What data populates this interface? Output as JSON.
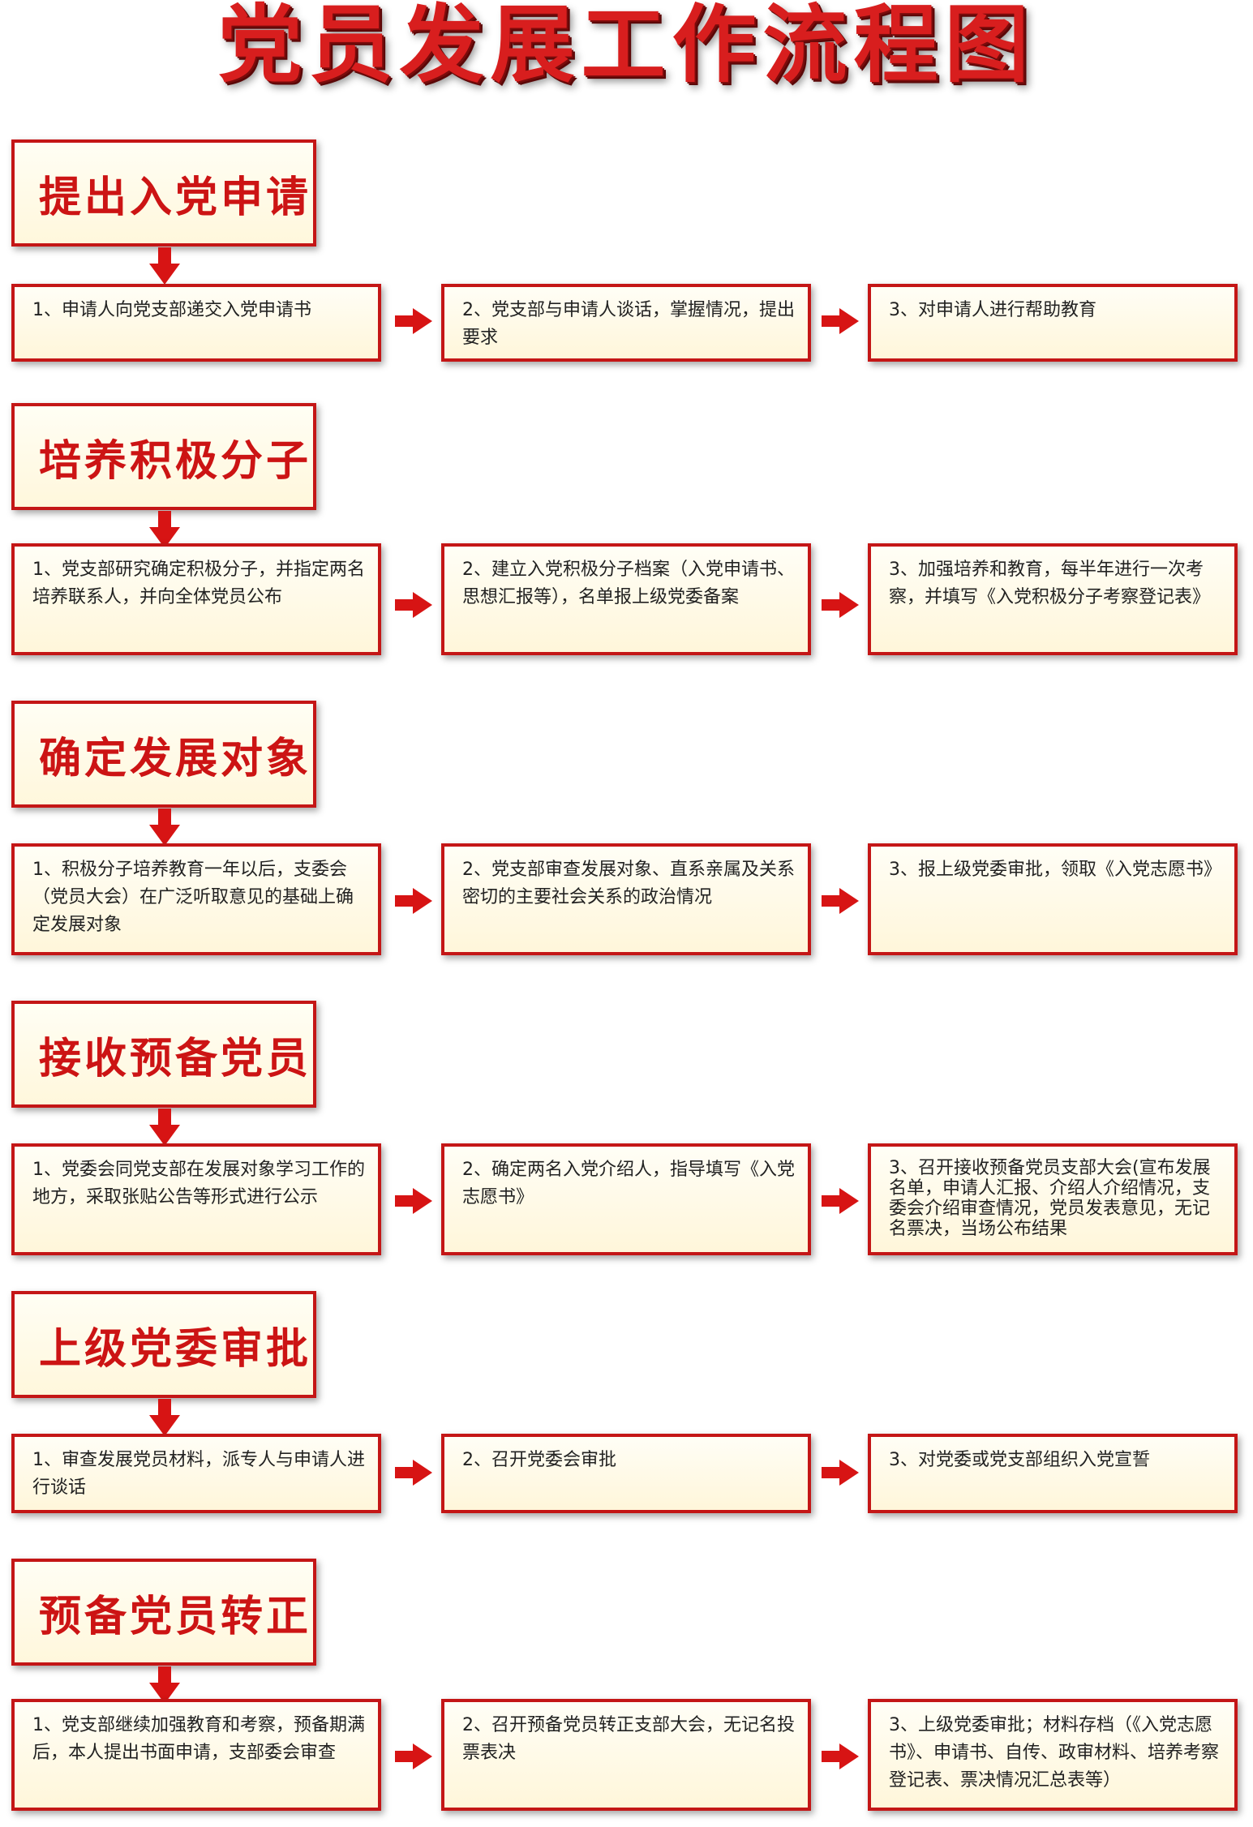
{
  "title": "党员发展工作流程图",
  "stages": [
    {
      "label": "提出入党申请",
      "steps": [
        "1、申请人向党支部递交入党申请书",
        "2、党支部与申请人谈话，掌握情况，提出要求",
        "3、对申请人进行帮助教育"
      ]
    },
    {
      "label": "培养积极分子",
      "steps": [
        "1、党支部研究确定积极分子，并指定两名培养联系人，并向全体党员公布",
        "2、建立入党积极分子档案（入党申请书、思想汇报等），名单报上级党委备案",
        "3、加强培养和教育，每半年进行一次考察，并填写《入党积极分子考察登记表》"
      ]
    },
    {
      "label": "确定发展对象",
      "steps": [
        "1、积极分子培养教育一年以后，支委会（党员大会）在广泛听取意见的基础上确定发展对象",
        "2、党支部审查发展对象、直系亲属及关系密切的主要社会关系的政治情况",
        "3、报上级党委审批，领取《入党志愿书》"
      ]
    },
    {
      "label": "接收预备党员",
      "steps": [
        "1、党委会同党支部在发展对象学习工作的地方，采取张贴公告等形式进行公示",
        "2、确定两名入党介绍人，指导填写《入党志愿书》",
        "3、召开接收预备党员支部大会(宣布发展名单，申请人汇报、介绍人介绍情况，支委会介绍审查情况，党员发表意见，无记名票决，当场公布结果"
      ]
    },
    {
      "label": "上级党委审批",
      "steps": [
        "1、审查发展党员材料，派专人与申请人进行谈话",
        "2、召开党委会审批",
        "3、对党委或党支部组织入党宣誓"
      ]
    },
    {
      "label": "预备党员转正",
      "steps": [
        "1、党支部继续加强教育和考察，预备期满后，本人提出书面申请，支部委会审查",
        "2、召开预备党员转正支部大会，无记名投票表决",
        "3、上级党委审批；材料存档（《入党志愿书》、申请书、自传、政审材料、培养考察登记表、票决情况汇总表等）"
      ]
    }
  ]
}
